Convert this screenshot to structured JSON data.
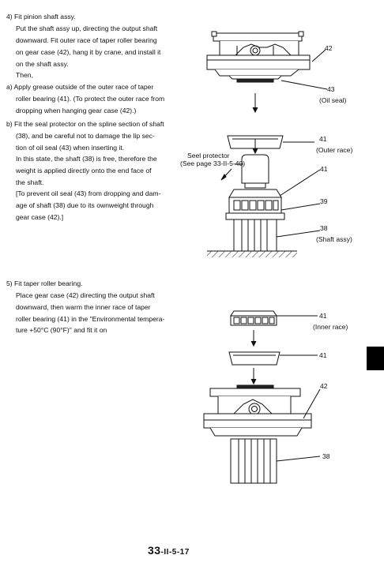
{
  "step4": {
    "heading": "4)  Fit pinion shaft assy.",
    "para": [
      "Put the shaft assy up, directing the output shaft",
      "downward. Fit outer race of taper roller bearing",
      "on gear case (42), hang it by crane, and install it",
      "on the shaft assy.",
      "Then,"
    ],
    "a": [
      "a)  Apply grease outside of the outer race of taper",
      "roller bearing (41). (To protect the outer race from",
      "dropping when hanging gear case (42).)"
    ],
    "b": [
      "b)  Fit the seal protector on the spline section of shaft",
      "(38), and be careful not to damage the lip sec-",
      "tion of oil seal (43) when inserting it.",
      "In this state, the shaft (38) is free, therefore the",
      "weight is applied directly onto the end face of",
      "the shaft.",
      "[To prevent oil seal (43) from dropping and dam-",
      "age of shaft (38) due to its ownweight through",
      "gear case (42).]"
    ]
  },
  "step5": {
    "heading": "5)  Fit taper roller bearing.",
    "para": [
      "Place gear case (42) directing the output shaft",
      "downward, then warm the inner race of taper",
      "roller bearing (41) in the \"Environmental tempera-",
      "ture +50°C (90°F)\" and fit it on"
    ]
  },
  "figure1": {
    "labels": {
      "n42": "42",
      "n43": "43",
      "oil_seal": "(Oil seal)",
      "n41a": "41",
      "outer_race": "(Outer race)",
      "seal_protector_1": "Seel protector",
      "seal_protector_2": "(See page 33-II-5-40)",
      "n41b": "41",
      "n39": "39",
      "n38": "38",
      "shaft_assy": "(Shaft assy)"
    }
  },
  "figure2": {
    "labels": {
      "n41a": "41",
      "inner_race": "(Inner race)",
      "n41b": "41",
      "n42": "42",
      "n38": "38"
    }
  },
  "page": {
    "number_main": "33",
    "number_rest": "-II-5-17"
  }
}
